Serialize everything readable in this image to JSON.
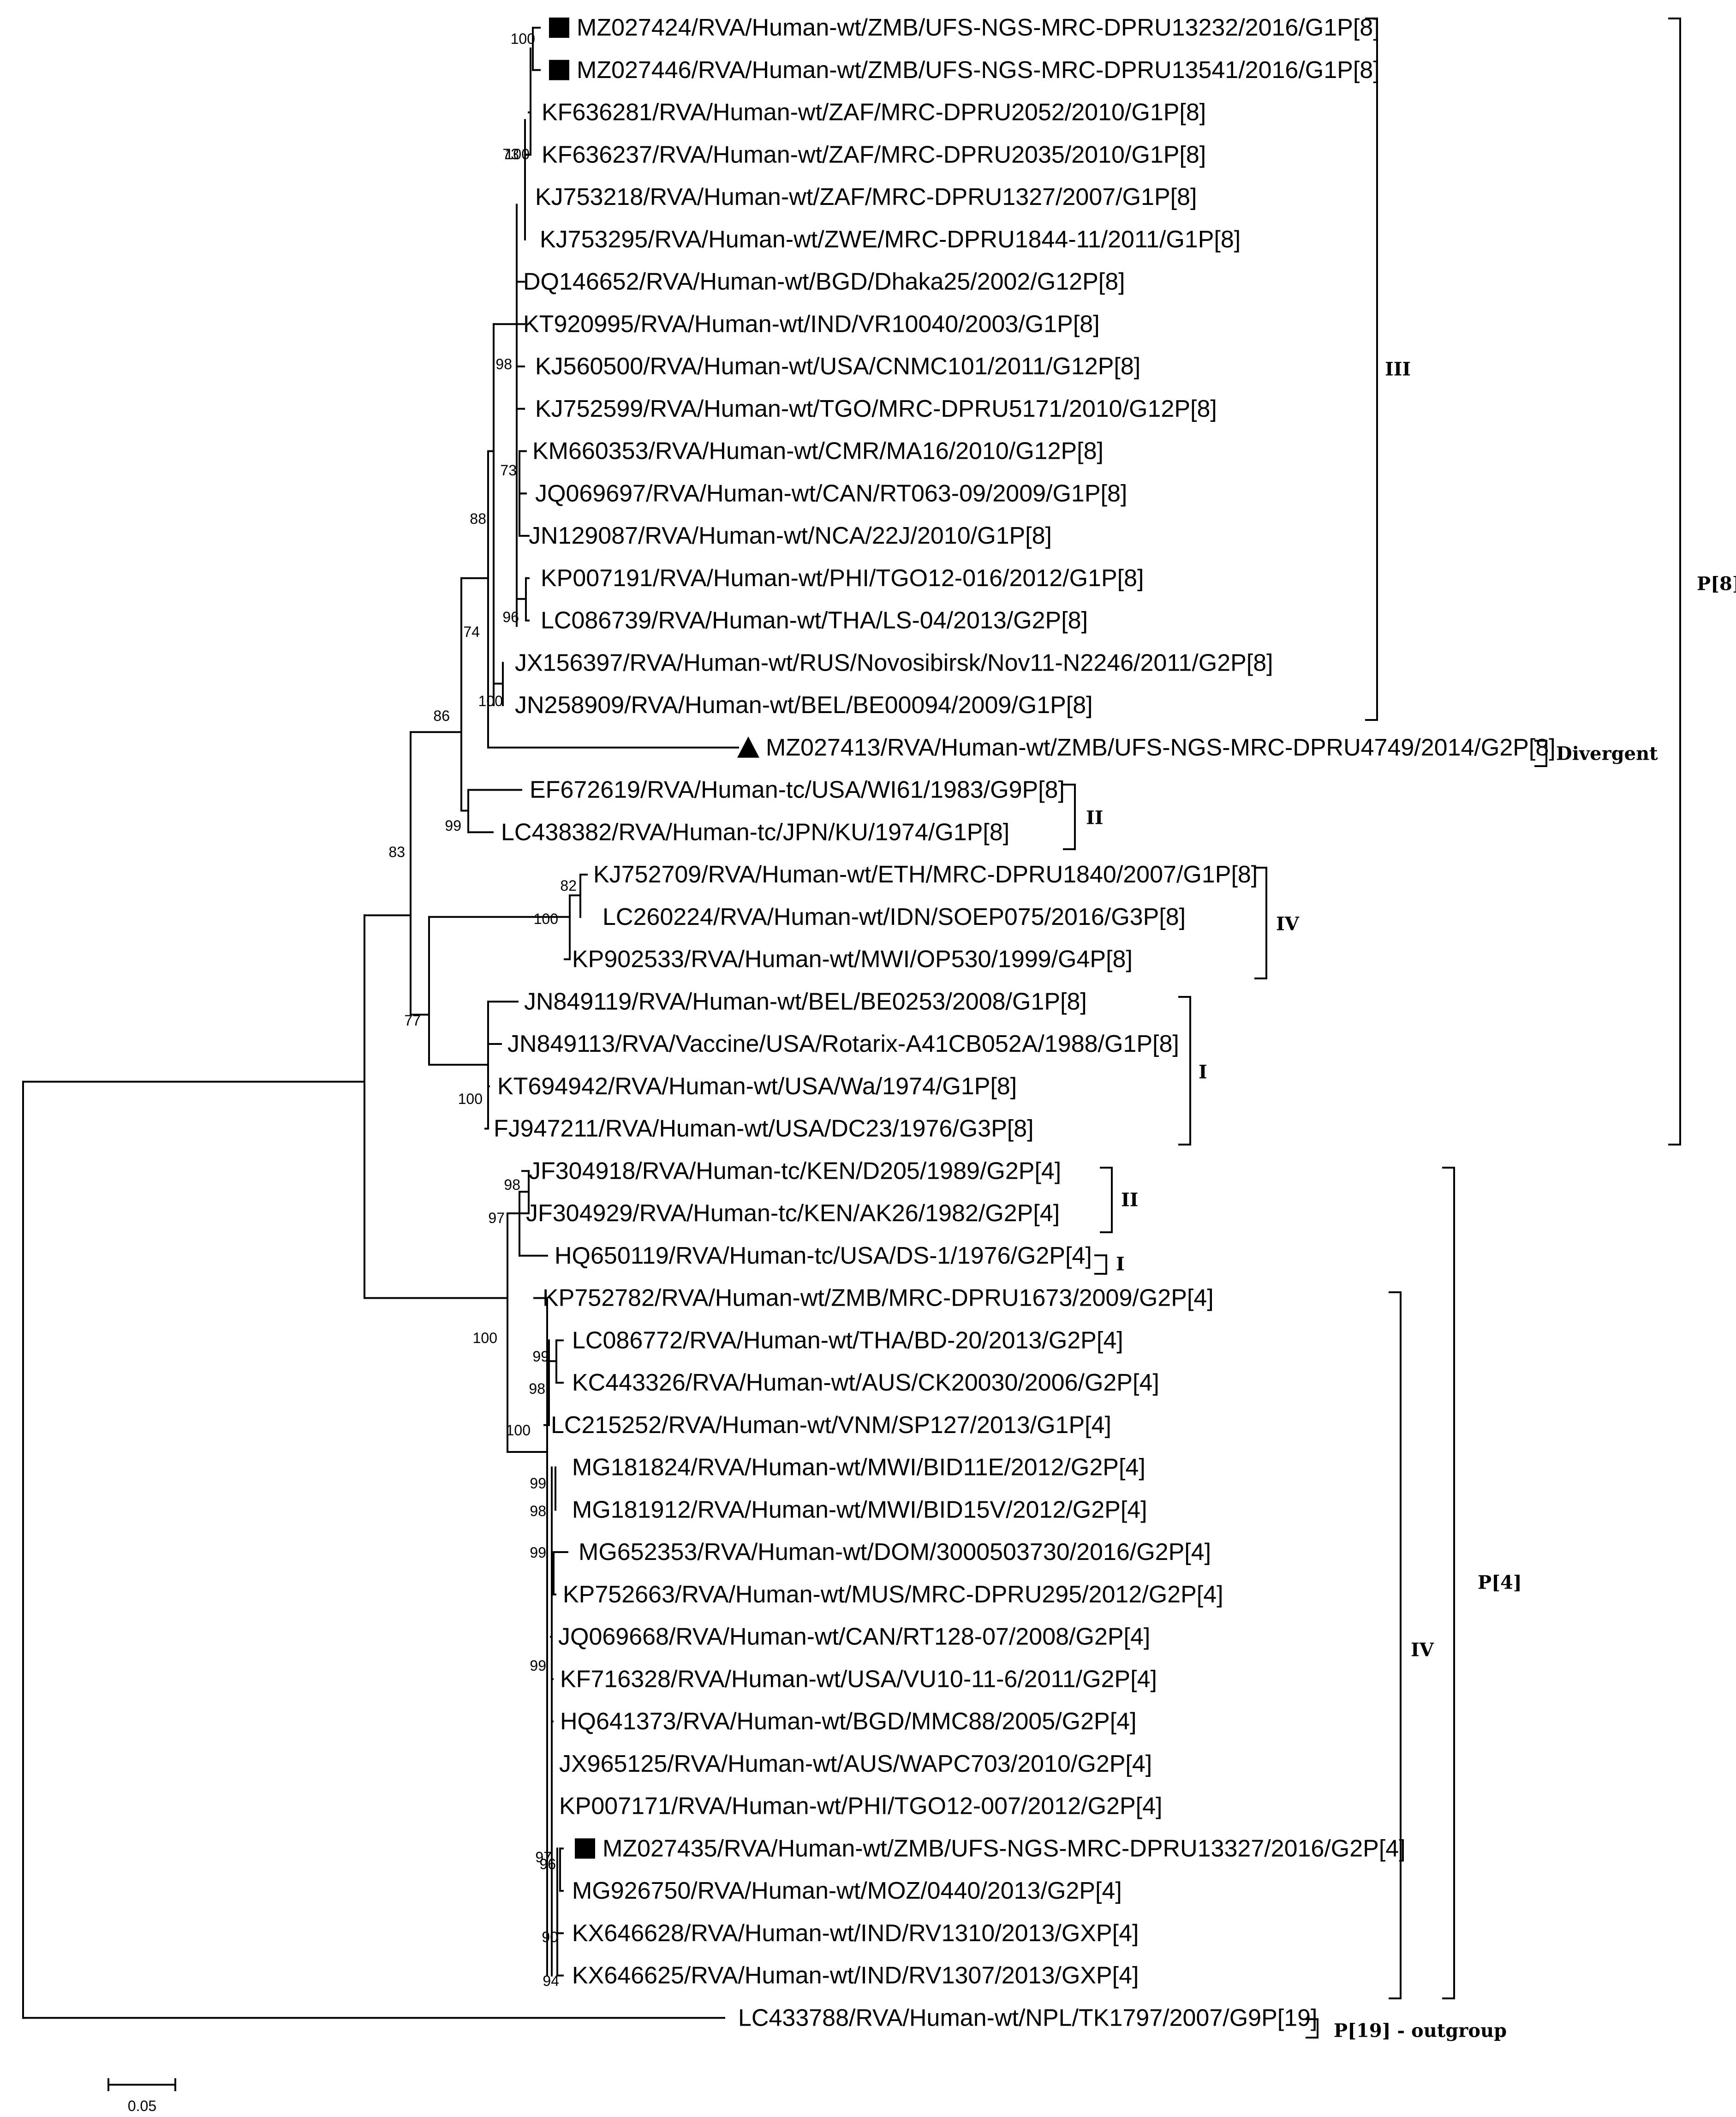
{
  "taxa": [
    {
      "label": "MZ027424/RVA/Human-wt/ZMB/UFS-NGS-MRC-DPRU13232/2016/G1P[8]",
      "marker": "square"
    },
    {
      "label": "MZ027446/RVA/Human-wt/ZMB/UFS-NGS-MRC-DPRU13541/2016/G1P[8]",
      "marker": "square"
    },
    {
      "label": "KF636281/RVA/Human-wt/ZAF/MRC-DPRU2052/2010/G1P[8]",
      "marker": ""
    },
    {
      "label": "KF636237/RVA/Human-wt/ZAF/MRC-DPRU2035/2010/G1P[8]",
      "marker": ""
    },
    {
      "label": "KJ753218/RVA/Human-wt/ZAF/MRC-DPRU1327/2007/G1P[8]",
      "marker": ""
    },
    {
      "label": "KJ753295/RVA/Human-wt/ZWE/MRC-DPRU1844-11/2011/G1P[8]",
      "marker": ""
    },
    {
      "label": "DQ146652/RVA/Human-wt/BGD/Dhaka25/2002/G12P[8]",
      "marker": ""
    },
    {
      "label": "KT920995/RVA/Human-wt/IND/VR10040/2003/G1P[8]",
      "marker": ""
    },
    {
      "label": "KJ560500/RVA/Human-wt/USA/CNMC101/2011/G12P[8]",
      "marker": ""
    },
    {
      "label": "KJ752599/RVA/Human-wt/TGO/MRC-DPRU5171/2010/G12P[8]",
      "marker": ""
    },
    {
      "label": "KM660353/RVA/Human-wt/CMR/MA16/2010/G12P[8]",
      "marker": ""
    },
    {
      "label": "JQ069697/RVA/Human-wt/CAN/RT063-09/2009/G1P[8]",
      "marker": ""
    },
    {
      "label": "JN129087/RVA/Human-wt/NCA/22J/2010/G1P[8]",
      "marker": ""
    },
    {
      "label": "KP007191/RVA/Human-wt/PHI/TGO12-016/2012/G1P[8]",
      "marker": ""
    },
    {
      "label": "LC086739/RVA/Human-wt/THA/LS-04/2013/G2P[8]",
      "marker": ""
    },
    {
      "label": "JX156397/RVA/Human-wt/RUS/Novosibirsk/Nov11-N2246/2011/G2P[8]",
      "marker": ""
    },
    {
      "label": "JN258909/RVA/Human-wt/BEL/BE00094/2009/G1P[8]",
      "marker": ""
    },
    {
      "label": "MZ027413/RVA/Human-wt/ZMB/UFS-NGS-MRC-DPRU4749/2014/G2P[8]",
      "marker": "triangle"
    },
    {
      "label": "EF672619/RVA/Human-tc/USA/WI61/1983/G9P[8]",
      "marker": ""
    },
    {
      "label": "LC438382/RVA/Human-tc/JPN/KU/1974/G1P[8]",
      "marker": ""
    },
    {
      "label": "KJ752709/RVA/Human-wt/ETH/MRC-DPRU1840/2007/G1P[8]",
      "marker": ""
    },
    {
      "label": "LC260224/RVA/Human-wt/IDN/SOEP075/2016/G3P[8]",
      "marker": ""
    },
    {
      "label": "KP902533/RVA/Human-wt/MWI/OP530/1999/G4P[8]",
      "marker": ""
    },
    {
      "label": "JN849119/RVA/Human-wt/BEL/BE0253/2008/G1P[8]",
      "marker": ""
    },
    {
      "label": "JN849113/RVA/Vaccine/USA/Rotarix-A41CB052A/1988/G1P[8]",
      "marker": ""
    },
    {
      "label": "KT694942/RVA/Human-wt/USA/Wa/1974/G1P[8]",
      "marker": ""
    },
    {
      "label": "FJ947211/RVA/Human-wt/USA/DC23/1976/G3P[8]",
      "marker": ""
    },
    {
      "label": "JF304918/RVA/Human-tc/KEN/D205/1989/G2P[4]",
      "marker": ""
    },
    {
      "label": "JF304929/RVA/Human-tc/KEN/AK26/1982/G2P[4]",
      "marker": ""
    },
    {
      "label": "HQ650119/RVA/Human-tc/USA/DS-1/1976/G2P[4]",
      "marker": ""
    },
    {
      "label": "KP752782/RVA/Human-wt/ZMB/MRC-DPRU1673/2009/G2P[4]",
      "marker": ""
    },
    {
      "label": "LC086772/RVA/Human-wt/THA/BD-20/2013/G2P[4]",
      "marker": ""
    },
    {
      "label": "KC443326/RVA/Human-wt/AUS/CK20030/2006/G2P[4]",
      "marker": ""
    },
    {
      "label": "LC215252/RVA/Human-wt/VNM/SP127/2013/G1P[4]",
      "marker": ""
    },
    {
      "label": "MG181824/RVA/Human-wt/MWI/BID11E/2012/G2P[4]",
      "marker": ""
    },
    {
      "label": "MG181912/RVA/Human-wt/MWI/BID15V/2012/G2P[4]",
      "marker": ""
    },
    {
      "label": "MG652353/RVA/Human-wt/DOM/3000503730/2016/G2P[4]",
      "marker": ""
    },
    {
      "label": "KP752663/RVA/Human-wt/MUS/MRC-DPRU295/2012/G2P[4]",
      "marker": ""
    },
    {
      "label": "JQ069668/RVA/Human-wt/CAN/RT128-07/2008/G2P[4]",
      "marker": ""
    },
    {
      "label": "KF716328/RVA/Human-wt/USA/VU10-11-6/2011/G2P[4]",
      "marker": ""
    },
    {
      "label": "HQ641373/RVA/Human-wt/BGD/MMC88/2005/G2P[4]",
      "marker": ""
    },
    {
      "label": "JX965125/RVA/Human-wt/AUS/WAPC703/2010/G2P[4]",
      "marker": ""
    },
    {
      "label": "KP007171/RVA/Human-wt/PHI/TGO12-007/2012/G2P[4]",
      "marker": ""
    },
    {
      "label": "MZ027435/RVA/Human-wt/ZMB/UFS-NGS-MRC-DPRU13327/2016/G2P[4]",
      "marker": "square"
    },
    {
      "label": "MG926750/RVA/Human-wt/MOZ/0440/2013/G2P[4]",
      "marker": ""
    },
    {
      "label": "KX646628/RVA/Human-wt/IND/RV1310/2013/GXP[4]",
      "marker": ""
    },
    {
      "label": "KX646625/RVA/Human-wt/IND/RV1307/2013/GXP[4]",
      "marker": ""
    },
    {
      "label": "LC433788/RVA/Human-wt/NPL/TK1797/2007/G9P[19]",
      "marker": ""
    }
  ],
  "support_values": [
    "100",
    "100",
    "73",
    "98",
    "73",
    "96",
    "88",
    "100",
    "74",
    "86",
    "99",
    "83",
    "82",
    "100",
    "77",
    "100",
    "98",
    "97",
    "100",
    "99",
    "98",
    "100",
    "99",
    "98",
    "99",
    "99",
    "97",
    "96",
    "90",
    "94"
  ],
  "clade_labels": {
    "p8_III": "III",
    "p8_divergent": "Divergent",
    "p8_II": "II",
    "p8_IV": "IV",
    "p8_I": "I",
    "p8": "P[8]",
    "p4_II": "II",
    "p4_I": "I",
    "p4_IV": "IV",
    "p4": "P[4]",
    "outgroup": "P[19] - outgroup"
  },
  "scale_bar": {
    "value": "0.05"
  }
}
